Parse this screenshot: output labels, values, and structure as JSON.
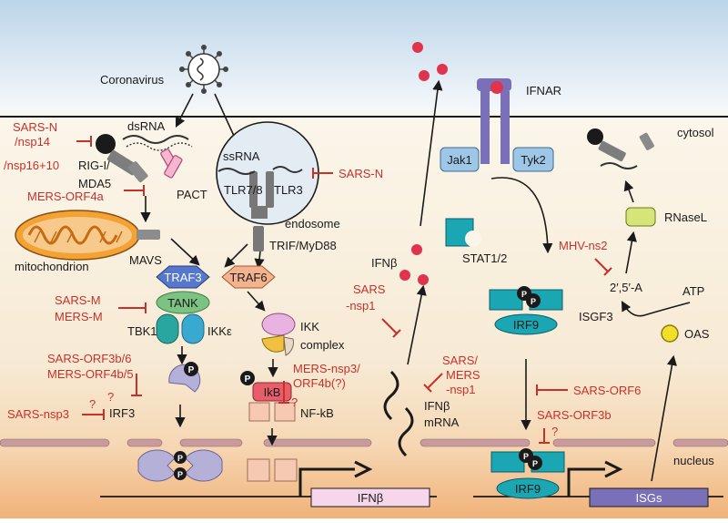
{
  "labels": {
    "coronavirus": "Coronavirus",
    "cytosol": "cytosol",
    "nucleus": "nucleus",
    "dsrna": "dsRNA",
    "rigi": "RIG-I/",
    "mda5": "MDA5",
    "pact": "PACT",
    "mitochondrion": "mitochondrion",
    "mavs": "MAVS",
    "ssrna": "ssRNA",
    "tlr78": "TLR7/8",
    "tlr3": "TLR3",
    "endosome": "endosome",
    "trif": "TRIF/MyD88",
    "traf3": "TRAF3",
    "traf6": "TRAF6",
    "tank": "TANK",
    "tbk1": "TBK1",
    "ikke": "IKKε",
    "ikk": "IKK",
    "complex": "complex",
    "irf3": "IRF3",
    "ikb": "IkB",
    "nfkb": "NF-kB",
    "ifnb_protein": "IFNβ",
    "ifnb_mrna1": "IFNβ",
    "ifnb_mrna2": "mRNA",
    "ifnb_gene": "IFNβ",
    "ifnar": "IFNAR",
    "jak1": "Jak1",
    "tyk2": "Tyk2",
    "stat": "STAT1/2",
    "irf9": "IRF9",
    "irf9b": "IRF9",
    "isgf3": "ISGF3",
    "isgs": "ISGs",
    "rnasel": "RNaseL",
    "oligo": "2′,5′-A",
    "atp": "ATP",
    "oas": "OAS",
    "p": "P",
    "q": "?"
  },
  "inhibitors": {
    "sars_n_1": "SARS-N",
    "nsp14": "/nsp14",
    "nsp16": "/nsp16+10",
    "mers_orf4a": "MERS-ORF4a",
    "sars_n_2": "SARS-N",
    "sars_m": "SARS-M",
    "mers_m": "MERS-M",
    "sars_orf3b6": "SARS-ORF3b/6",
    "mers_orf4b5": "MERS-ORF4b/5",
    "sars_nsp3": "SARS-nsp3",
    "mers_nsp3": "MERS-nsp3/",
    "orf4b": "ORF4b(?)",
    "sars_a": "SARS",
    "nsp1_a": "-nsp1",
    "sars_mers": "SARS/",
    "mers_b": "MERS",
    "nsp1_b": "-nsp1",
    "mhv_ns2": "MHV-ns2",
    "sars_orf6": "SARS-ORF6",
    "sars_orf3b": "SARS-ORF3b"
  },
  "colors": {
    "inhibitor": "#c8312a",
    "traf3": "#5577cc",
    "traf6": "#f2b38e",
    "tank": "#7cc383",
    "teal": "#1aa6b3",
    "ifnar": "#7a70b8",
    "jak": "#9ec6e6",
    "gold": "#f0c040",
    "lilac": "#b5b0d8",
    "pink": "#f07fb0",
    "ifn_dot": "#e0334e",
    "ikb": "#e85d6a"
  }
}
